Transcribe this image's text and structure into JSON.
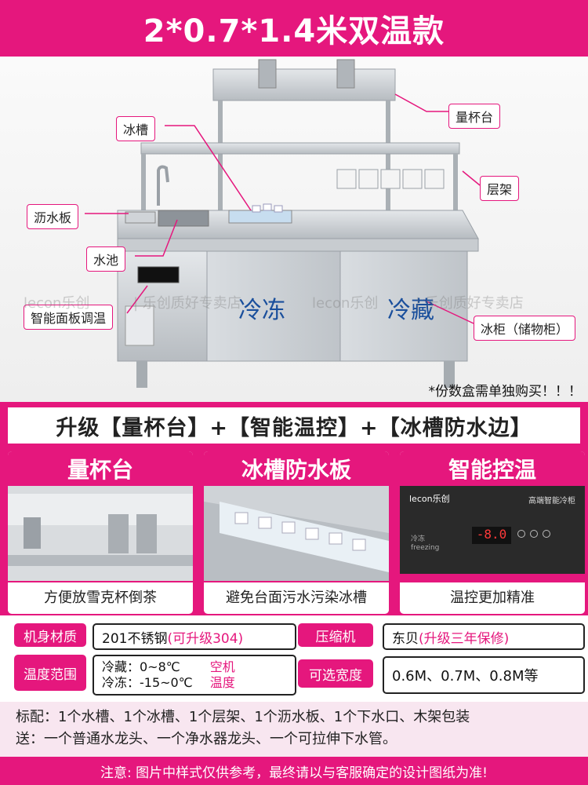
{
  "header": {
    "title": "2*0.7*1.4米双温款"
  },
  "product": {
    "callouts": {
      "cup_stand": "量杯台",
      "ice_tank": "冰槽",
      "shelf": "层架",
      "drain_board": "沥水板",
      "sink": "水池",
      "panel": "智能面板调温",
      "cabinet": "冰柜（储物柜）"
    },
    "door_labels": {
      "freeze": "冷冻",
      "chill": "冷藏"
    },
    "watermark": {
      "brand": "lecon乐创",
      "text": "| 乐创质好专卖店"
    },
    "note": "*份数盒需单独购买！！！"
  },
  "upgrade_banner": "升级【量杯台】+【智能温控】+【冰槽防水边】",
  "features": [
    {
      "title": "量杯台",
      "caption": "方便放雪克杯倒茶"
    },
    {
      "title": "冰槽防水板",
      "caption": "避免台面污水污染冰槽"
    },
    {
      "title": "智能控温",
      "caption": "温控更加精准"
    }
  ],
  "controller": {
    "brand": "lecon乐创",
    "model": "高端智能冷柜",
    "display": "-8.0",
    "label_1": "冷冻",
    "label_2": "freezing"
  },
  "specs": {
    "material_label": "机身材质",
    "material_value": "201不锈钢",
    "material_upgrade": "(可升级304)",
    "compressor_label": "压缩机",
    "compressor_value": "东贝",
    "compressor_upgrade": "(升级三年保修)",
    "temp_label": "温度范围",
    "temp_chill": "冷藏：0~8℃",
    "temp_freeze": "冷冻：-15~0℃",
    "temp_note_1": "空机",
    "temp_note_2": "温度",
    "width_label": "可选宽度",
    "width_value": "0.6M、0.7M、0.8M等"
  },
  "notes": {
    "standard": "标配：1个水槽、1个冰槽、1个层架、1个沥水板、1个下水口、木架包装",
    "gift": "送：一个普通水龙头、一个净水器龙头、一个可拉伸下水管。"
  },
  "footer": "注意: 图片中样式仅供参考，最终请以与客服确定的设计图纸为准!",
  "colors": {
    "accent": "#e5177d",
    "steel": "#c8ccd0"
  }
}
